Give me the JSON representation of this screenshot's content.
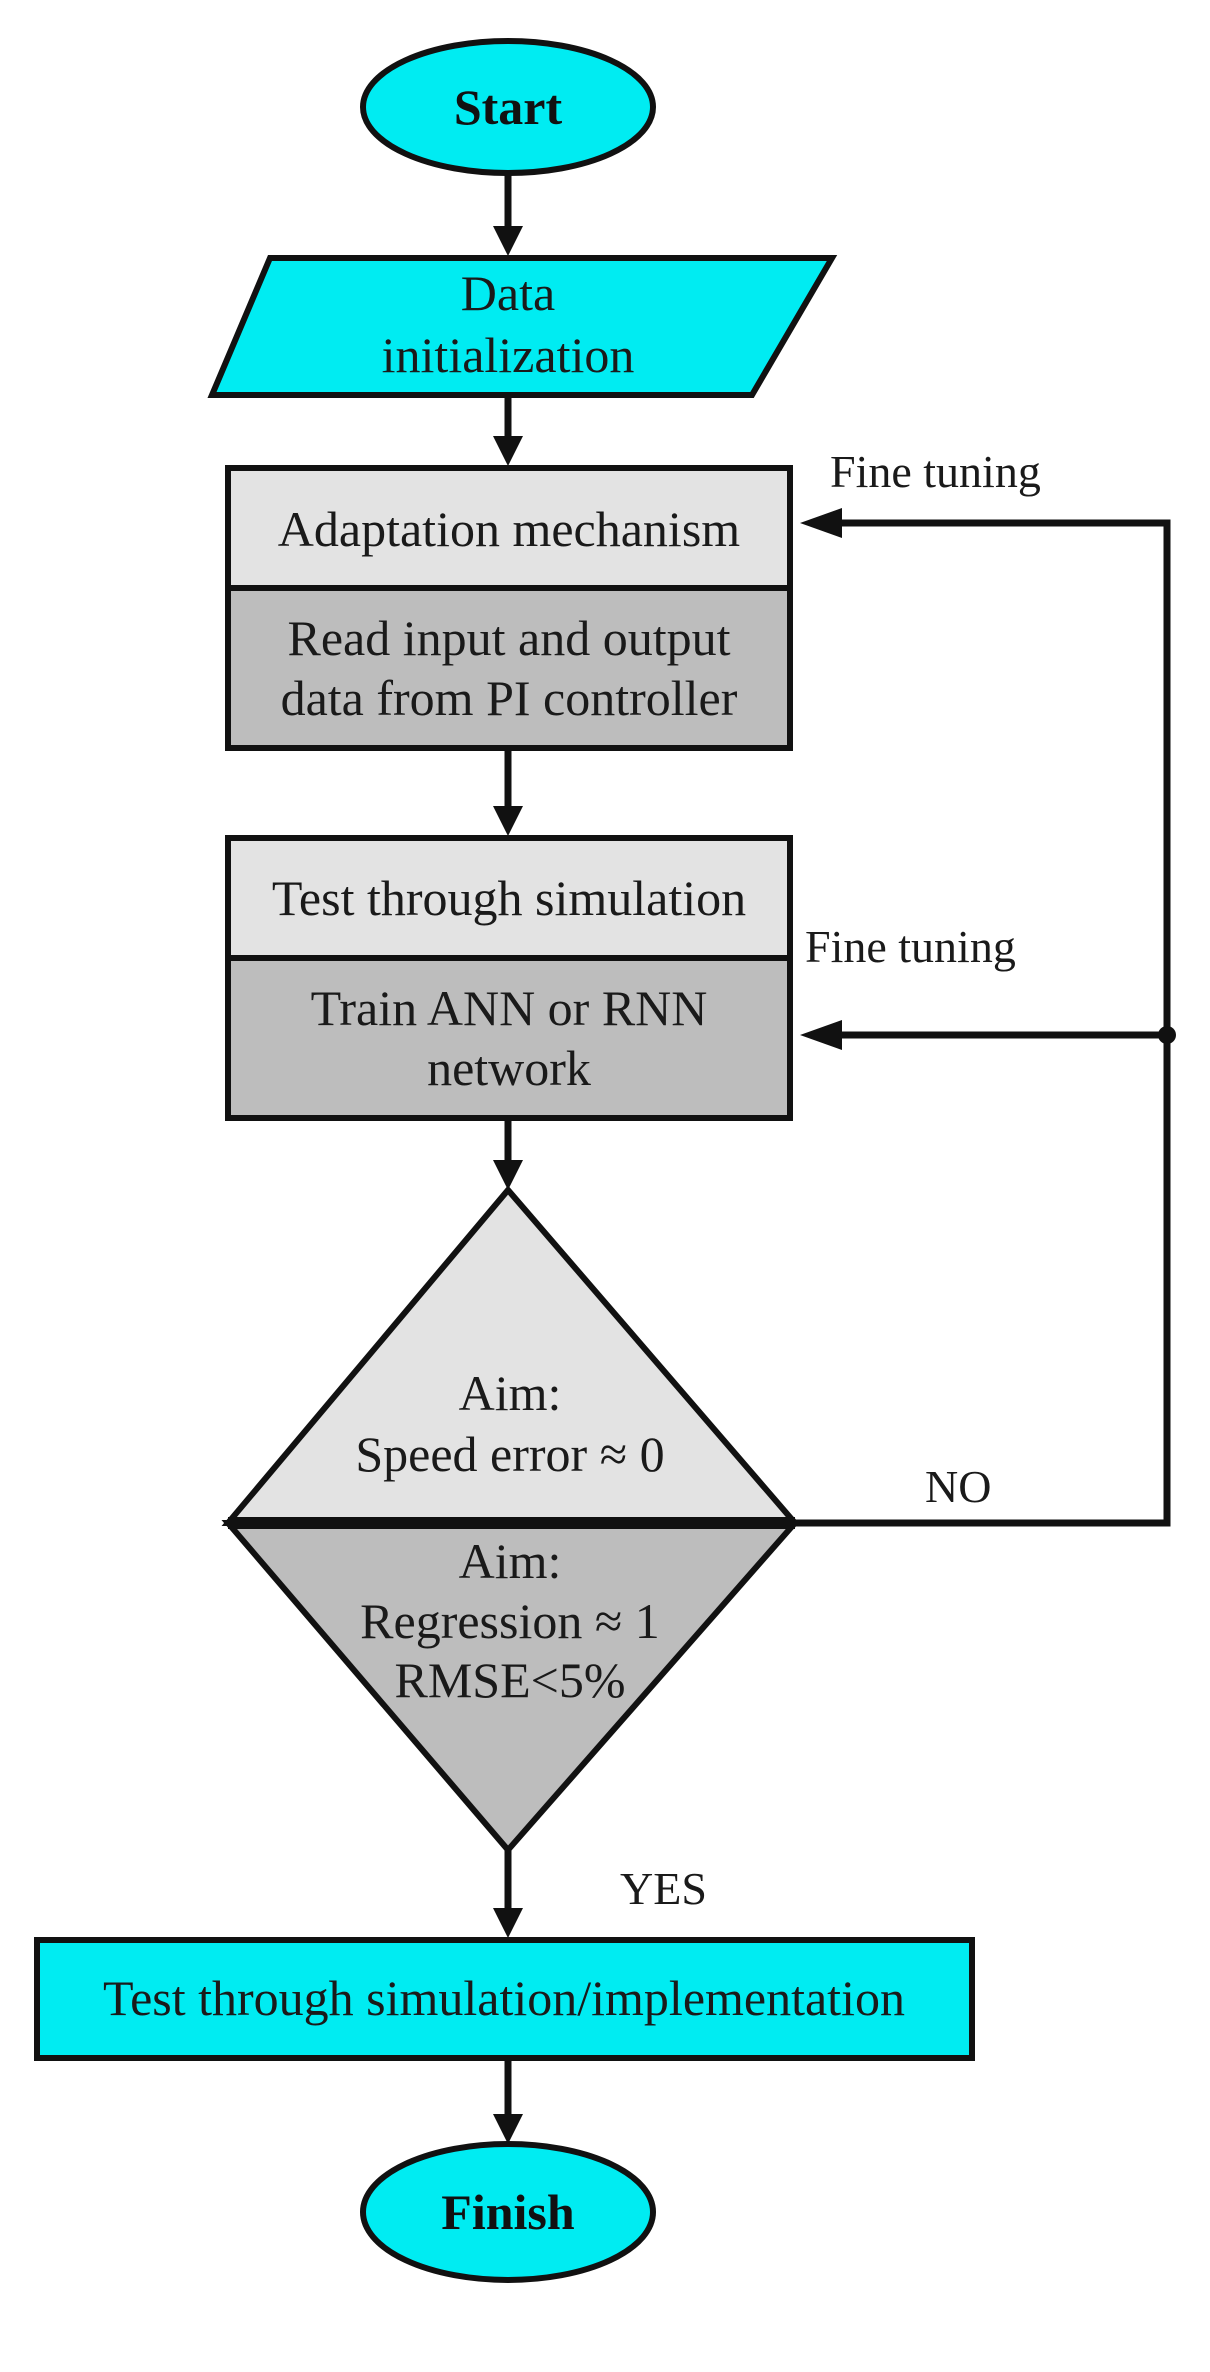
{
  "colors": {
    "terminal_fill": "#00ecf2",
    "light_box_fill": "#e3e3e3",
    "dark_box_fill": "#bdbdbd",
    "stroke": "#111111"
  },
  "nodes": {
    "start": "Start",
    "data_init": [
      "Data",
      "initialization"
    ],
    "adaptation": "Adaptation mechanism",
    "read_io": [
      "Read input and output",
      "data from PI controller"
    ],
    "test_sim": "Test through simulation",
    "train": [
      "Train ANN or RNN",
      "network"
    ],
    "aim_speed": [
      "Aim:",
      "Speed error ≈ 0"
    ],
    "aim_regression": [
      "Aim:",
      "Regression ≈ 1",
      "RMSE<5%"
    ],
    "test_impl": "Test through simulation/implementation",
    "finish": "Finish"
  },
  "edges": {
    "fine_tuning_top": "Fine tuning",
    "fine_tuning_mid": "Fine tuning",
    "no_label": "NO",
    "yes_label": "YES"
  }
}
